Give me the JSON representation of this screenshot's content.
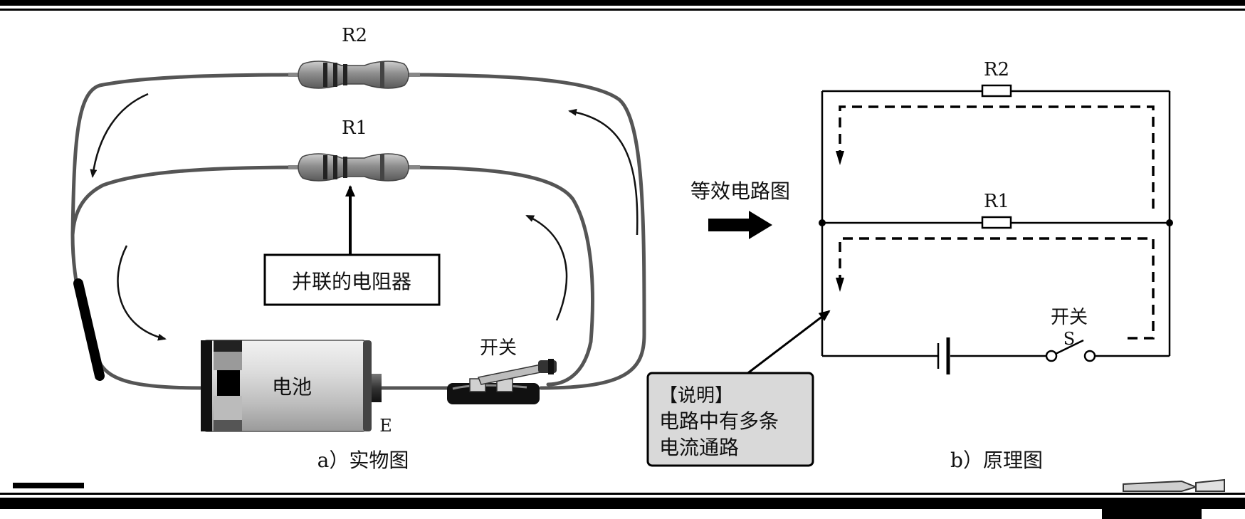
{
  "left_panel": {
    "caption": "a）实物图",
    "resistor_top_label": "R2",
    "resistor_mid_label": "R1",
    "callout_label": "并联的电阻器",
    "battery_label": "电池",
    "battery_terminal_label": "E",
    "switch_label": "开关"
  },
  "middle": {
    "transition_label": "等效电路图"
  },
  "right_panel": {
    "caption": "b）原理图",
    "resistor_top_label": "R2",
    "resistor_mid_label": "R1",
    "switch_label": "开关",
    "switch_symbol": "S"
  },
  "note": {
    "title": "【说明】",
    "line1": "电路中有多条",
    "line2": "电流通路"
  },
  "colors": {
    "wire": "#555555",
    "frame": "#000000",
    "note_fill": "#d9d9d9"
  }
}
